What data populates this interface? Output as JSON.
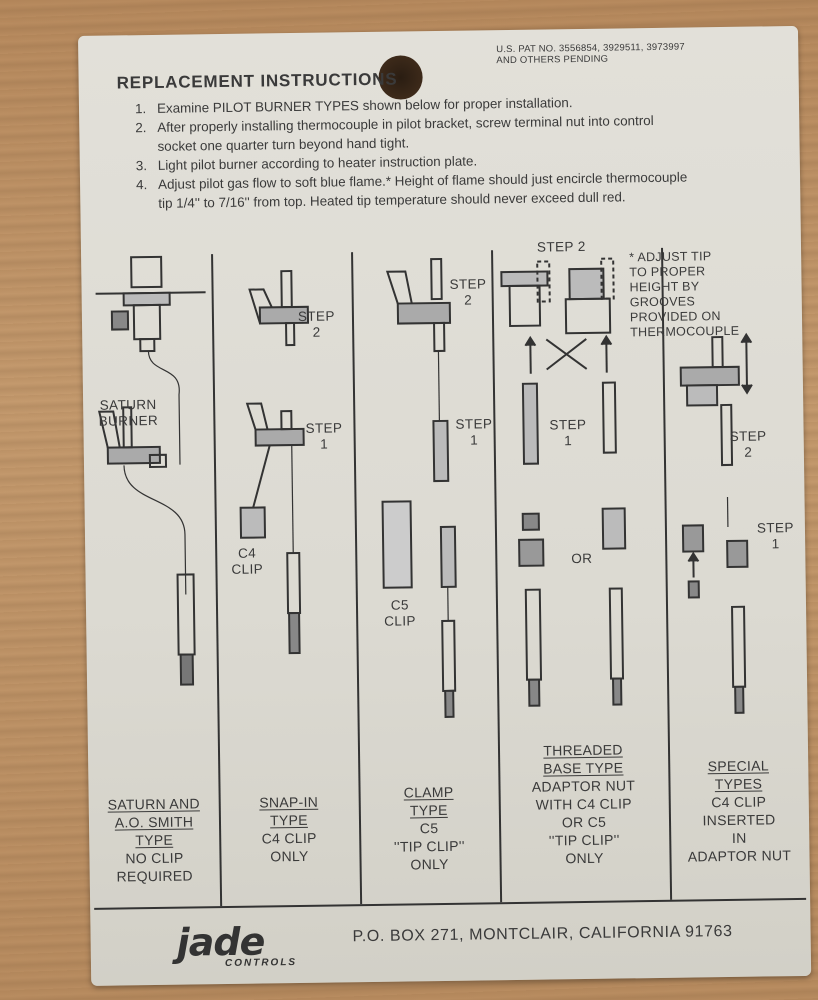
{
  "patent": {
    "line1": "U.S. PAT NO. 3556854, 3929511, 3973997",
    "line2": "AND OTHERS PENDING"
  },
  "title": "REPLACEMENT INSTRUCTIONS",
  "instructions": [
    {
      "num": "1.",
      "text": "Examine PILOT BURNER TYPES shown below for proper installation."
    },
    {
      "num": "2.",
      "text": "After properly installing thermocouple in pilot bracket, screw terminal nut into control socket one quarter turn beyond hand tight."
    },
    {
      "num": "3.",
      "text": "Light pilot burner according to heater instruction plate."
    },
    {
      "num": "4.",
      "text": "Adjust pilot gas flow to soft blue flame.* Height of flame should just encircle thermocouple tip 1/4'' to 7/16'' from top. Heated tip temperature should never exceed dull red."
    }
  ],
  "columns": [
    {
      "title_lines": [
        "SATURN AND",
        "A.O. SMITH",
        "TYPE"
      ],
      "desc_lines": [
        "NO CLIP",
        "REQUIRED"
      ]
    },
    {
      "title_lines": [
        "SNAP-IN",
        "TYPE"
      ],
      "desc_lines": [
        "C4 CLIP",
        "ONLY"
      ]
    },
    {
      "title_lines": [
        "CLAMP",
        "TYPE"
      ],
      "desc_lines": [
        "C5",
        "''TIP CLIP''",
        "ONLY"
      ]
    },
    {
      "title_lines": [
        "THREADED",
        "BASE TYPE"
      ],
      "desc_lines": [
        "ADAPTOR NUT",
        "WITH C4 CLIP",
        "OR C5",
        "''TIP CLIP''",
        "ONLY"
      ]
    },
    {
      "title_lines": [
        "SPECIAL",
        "TYPES"
      ],
      "desc_lines": [
        "C4 CLIP",
        "INSERTED",
        "IN",
        "ADAPTOR NUT"
      ]
    }
  ],
  "diagram_labels": {
    "saturn_burner": [
      "SATURN",
      "BURNER"
    ],
    "step": "STEP",
    "one": "1",
    "two": "2",
    "step2": "STEP 2",
    "c4_clip": [
      "C4",
      "CLIP"
    ],
    "c5_clip": [
      "C5",
      "CLIP"
    ],
    "or": "OR",
    "adjust_note": [
      "* ADJUST TIP",
      "TO PROPER",
      "HEIGHT BY",
      "GROOVES",
      "PROVIDED ON",
      "THERMOCOUPLE"
    ]
  },
  "footer": {
    "logo_main": "jade",
    "logo_sub": "CONTROLS",
    "address": "P.O. BOX 271, MONTCLAIR, CALIFORNIA 91763"
  },
  "colors": {
    "ink": "#3a3a3a",
    "card": "#dedcd4",
    "wood": "#bf9468"
  }
}
